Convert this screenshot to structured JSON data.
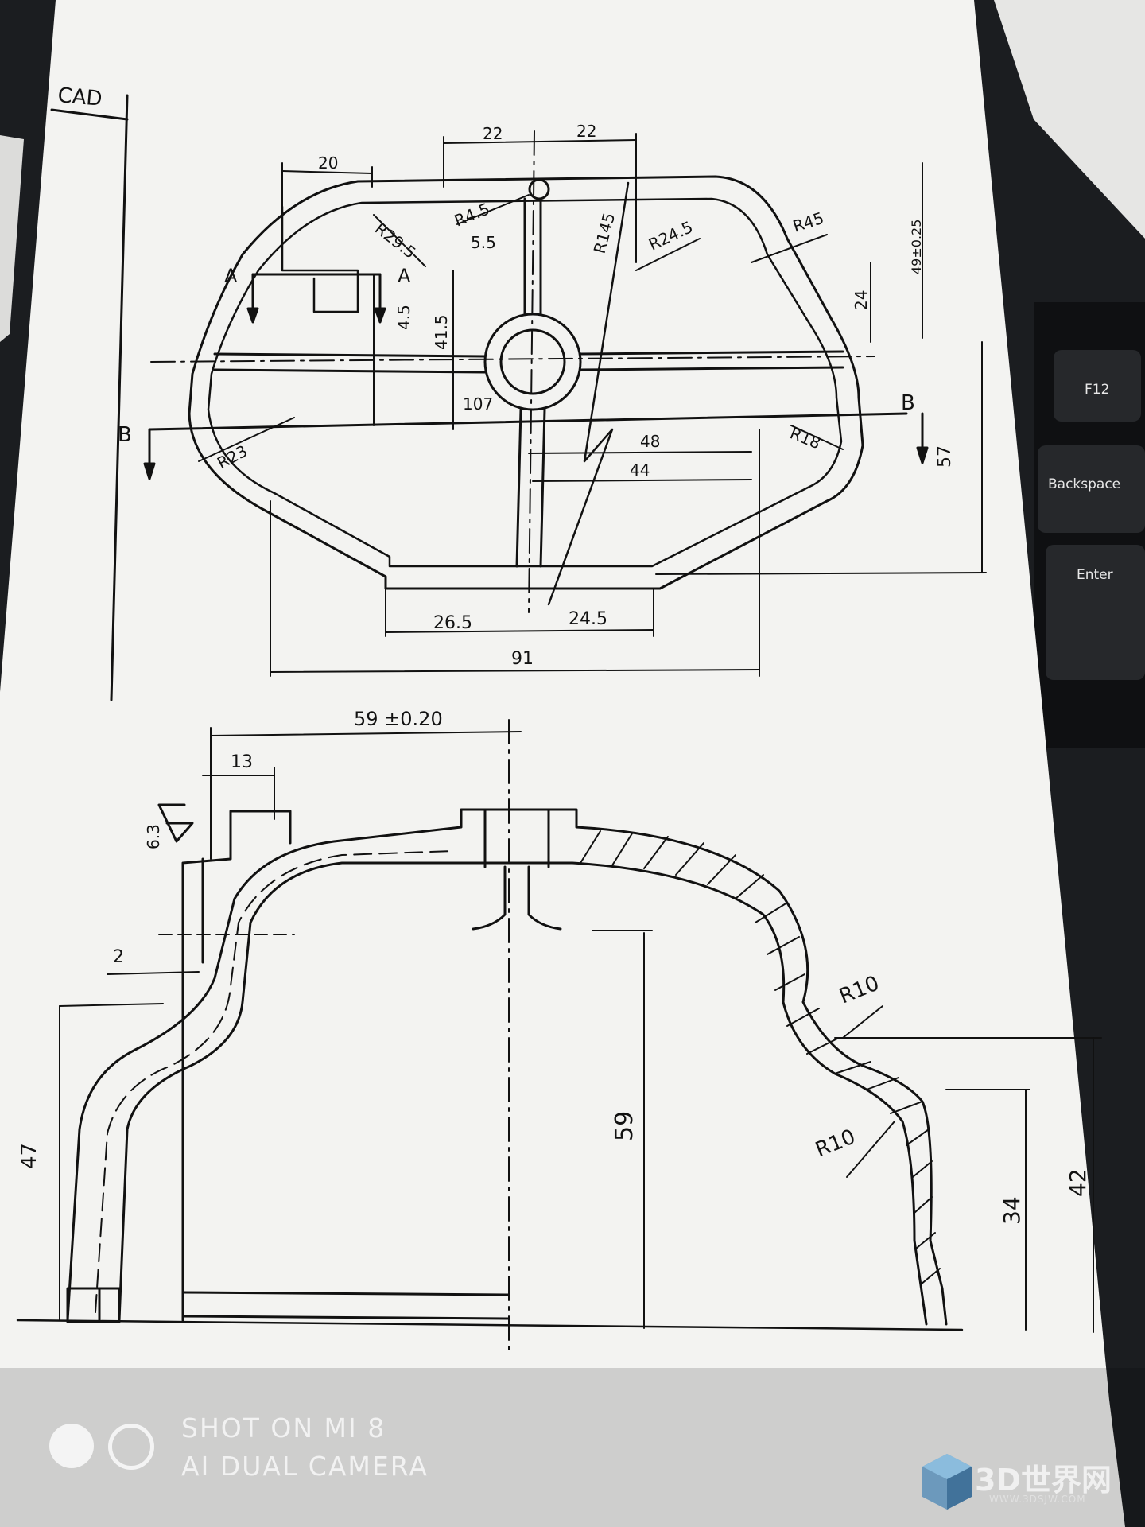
{
  "photo": {
    "paper_color": "#f4f4f2",
    "ink_color": "#111111",
    "background_color": "#1d1f22"
  },
  "drawing": {
    "corner_label": "CAD",
    "top_view": {
      "dim_20": "20",
      "dim_22_left": "22",
      "dim_22_right": "22",
      "radius_295": "R29.5",
      "radius_45": "R4.5",
      "dim_55": "5.5",
      "radius_145": "R145",
      "radius_245": "R24.5",
      "radius_r45": "R45",
      "dim_49": "49±0.25",
      "dim_24": "24",
      "section_a_left": "A",
      "section_a_right": "A",
      "section_b_left": "B",
      "section_b_right": "B",
      "dim_4_5": "4.5",
      "dim_41_5": "41.5",
      "dim_107": "107",
      "radius_18": "R18",
      "dim_48": "48",
      "dim_44": "44",
      "dim_57": "57",
      "radius_23": "R23",
      "dim_26_5": "26.5",
      "dim_24_5": "24.5",
      "dim_91": "91"
    },
    "side_view": {
      "dim_59_tol": "59 ±0.20",
      "dim_13": "13",
      "surface_finish": "6.3",
      "dim_2": "2",
      "dim_47": "47",
      "dim_59": "59",
      "radius_10_upper": "R10",
      "radius_10_lower": "R10",
      "dim_34": "34",
      "dim_42": "42"
    }
  },
  "keyboard": {
    "f12": "F12",
    "backspace": "Backspace",
    "enter": "Enter"
  },
  "watermark": {
    "camera_line1": "SHOT ON MI 8",
    "camera_line2": "AI DUAL CAMERA",
    "brand": "3D世界网",
    "brand_url": "WWW.3DSJW.COM"
  }
}
